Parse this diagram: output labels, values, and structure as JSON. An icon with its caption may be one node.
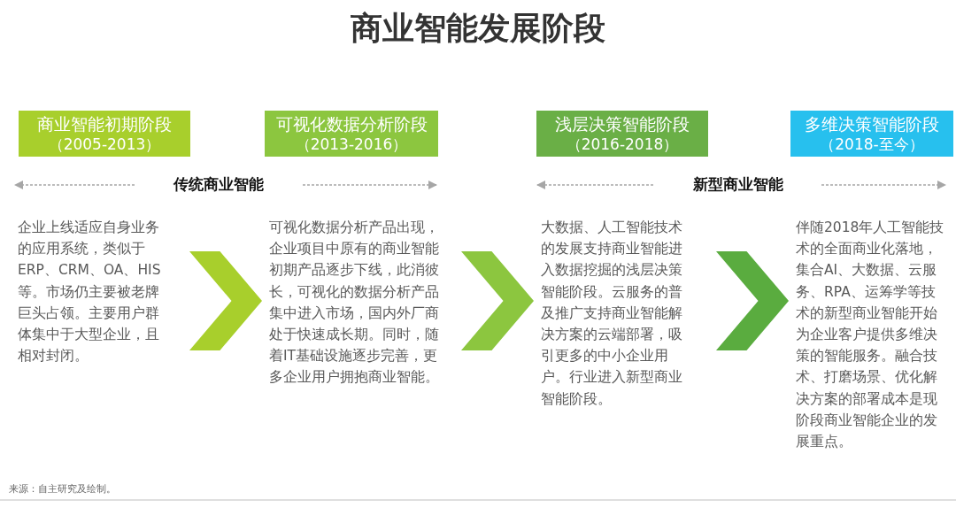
{
  "diagram": {
    "title": "商业智能发展阶段",
    "nodes": [
      {
        "text": [
          "商业智能初期阶段",
          "（2005-2013）"
        ]
      },
      {
        "text": [
          "可视化数据分析阶段",
          "（2013-2016）"
        ]
      },
      {
        "text": [
          "浅层决策智能阶段",
          "（2016-2018）"
        ]
      },
      {
        "text": [
          "多维决策智能阶段",
          "（2018-至今）"
        ]
      },
      {
        "text": [
          "企业上线适应自身业务的应用系统，类似于ERP、CRM、OA、HIS等。市场仍主要被老牌巨头占领。主要用户群体集中于大型企业，且相对封闭。"
        ]
      },
      {
        "text": [
          "可视化数据分析产品出现，企业项目中原有的商业智能初期产品逐步下线，此消彼长，可视化的数据分析产品集中进入市场，国内外厂商处于快速成长期。同时，随着IT基础设施逐步完善，更多企业用户拥抱商业智能。"
        ]
      },
      {
        "text": [
          "大数据、人工智能技术的发展支持商业智能进入数据挖掘的浅层决策智能阶段。云服务的普及推广支持商业智能解决方案的云端部署，吸引更多的中小企业用户。行业进入新型商业智能阶段。"
        ]
      },
      {
        "text": [
          "伴随2018年人工智能技术的全面商业化落地，集合AI、大数据、云服务、RPA、运筹学等技术的新型商业智能开始为企业客户提供多维决策的智能服务。融合技术、打磨场景、优化解决方案的部署成本是现阶段商业智能企业的发展重点。"
        ]
      }
    ],
    "edges": [
      {
        "from": 4,
        "to": 5,
        "arrow": "to",
        "style": "thick",
        "color": "#a8cf2c"
      },
      {
        "from": 5,
        "to": 6,
        "arrow": "to",
        "style": "thick",
        "color": "#8cc63f"
      },
      {
        "from": 6,
        "to": 7,
        "arrow": "to",
        "style": "thick",
        "color": "#5aac3f"
      }
    ],
    "labels": [
      "传统商业智能",
      "新型商业智能",
      "来源：自主研究及绘制。"
    ]
  }
}
